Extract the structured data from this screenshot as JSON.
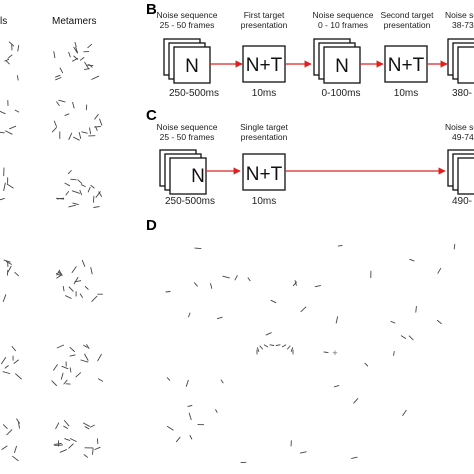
{
  "panel_a": {
    "col_left": "ls",
    "col_right": "Metamers"
  },
  "panel_b": {
    "letter": "B",
    "caps": [
      [
        "Noise sequence",
        "25 - 50 frames"
      ],
      [
        "First target",
        "presentation"
      ],
      [
        "Noise sequence",
        "0 - 10 frames"
      ],
      [
        "Second target",
        "presentation"
      ],
      [
        "Noise se",
        "38-73"
      ]
    ],
    "boxes": [
      "N",
      "N+T",
      "N",
      "N+T",
      ""
    ],
    "durations": [
      "250-500ms",
      "10ms",
      "0-100ms",
      "10ms",
      "380-"
    ]
  },
  "panel_c": {
    "letter": "C",
    "caps": [
      [
        "Noise sequence",
        "25 - 50 frames"
      ],
      [
        "Single target",
        "presentation"
      ],
      [
        "Noise se",
        "49-74"
      ]
    ],
    "boxes": [
      "N",
      "N+T",
      ""
    ],
    "durations": [
      "250-500ms",
      "10ms",
      "490-"
    ]
  },
  "panel_d": {
    "letter": "D",
    "fixation": "+"
  },
  "colors": {
    "arrow": "#e02020",
    "stroke": "#111111"
  }
}
